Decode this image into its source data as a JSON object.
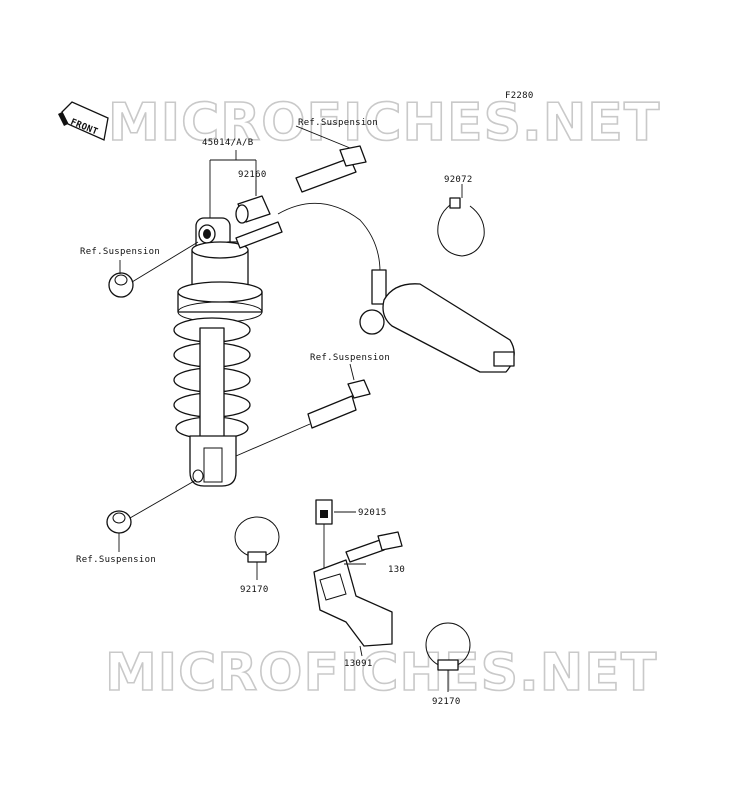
{
  "diagram_code": "F2280",
  "watermark": "MICROFICHES.NET",
  "front_tag": "FRONT",
  "labels": {
    "shock_assembly": "45014/A/B",
    "ref_suspension_top": "Ref.Suspension",
    "collar": "92160",
    "ref_suspension_left_upper": "Ref.Suspension",
    "band_top_right": "92072",
    "ref_suspension_middle": "Ref.Suspension",
    "ref_suspension_left_lower": "Ref.Suspension",
    "clip": "92015",
    "bolt": "130",
    "clamp_left": "92170",
    "bracket": "13091",
    "clamp_right": "92170"
  }
}
